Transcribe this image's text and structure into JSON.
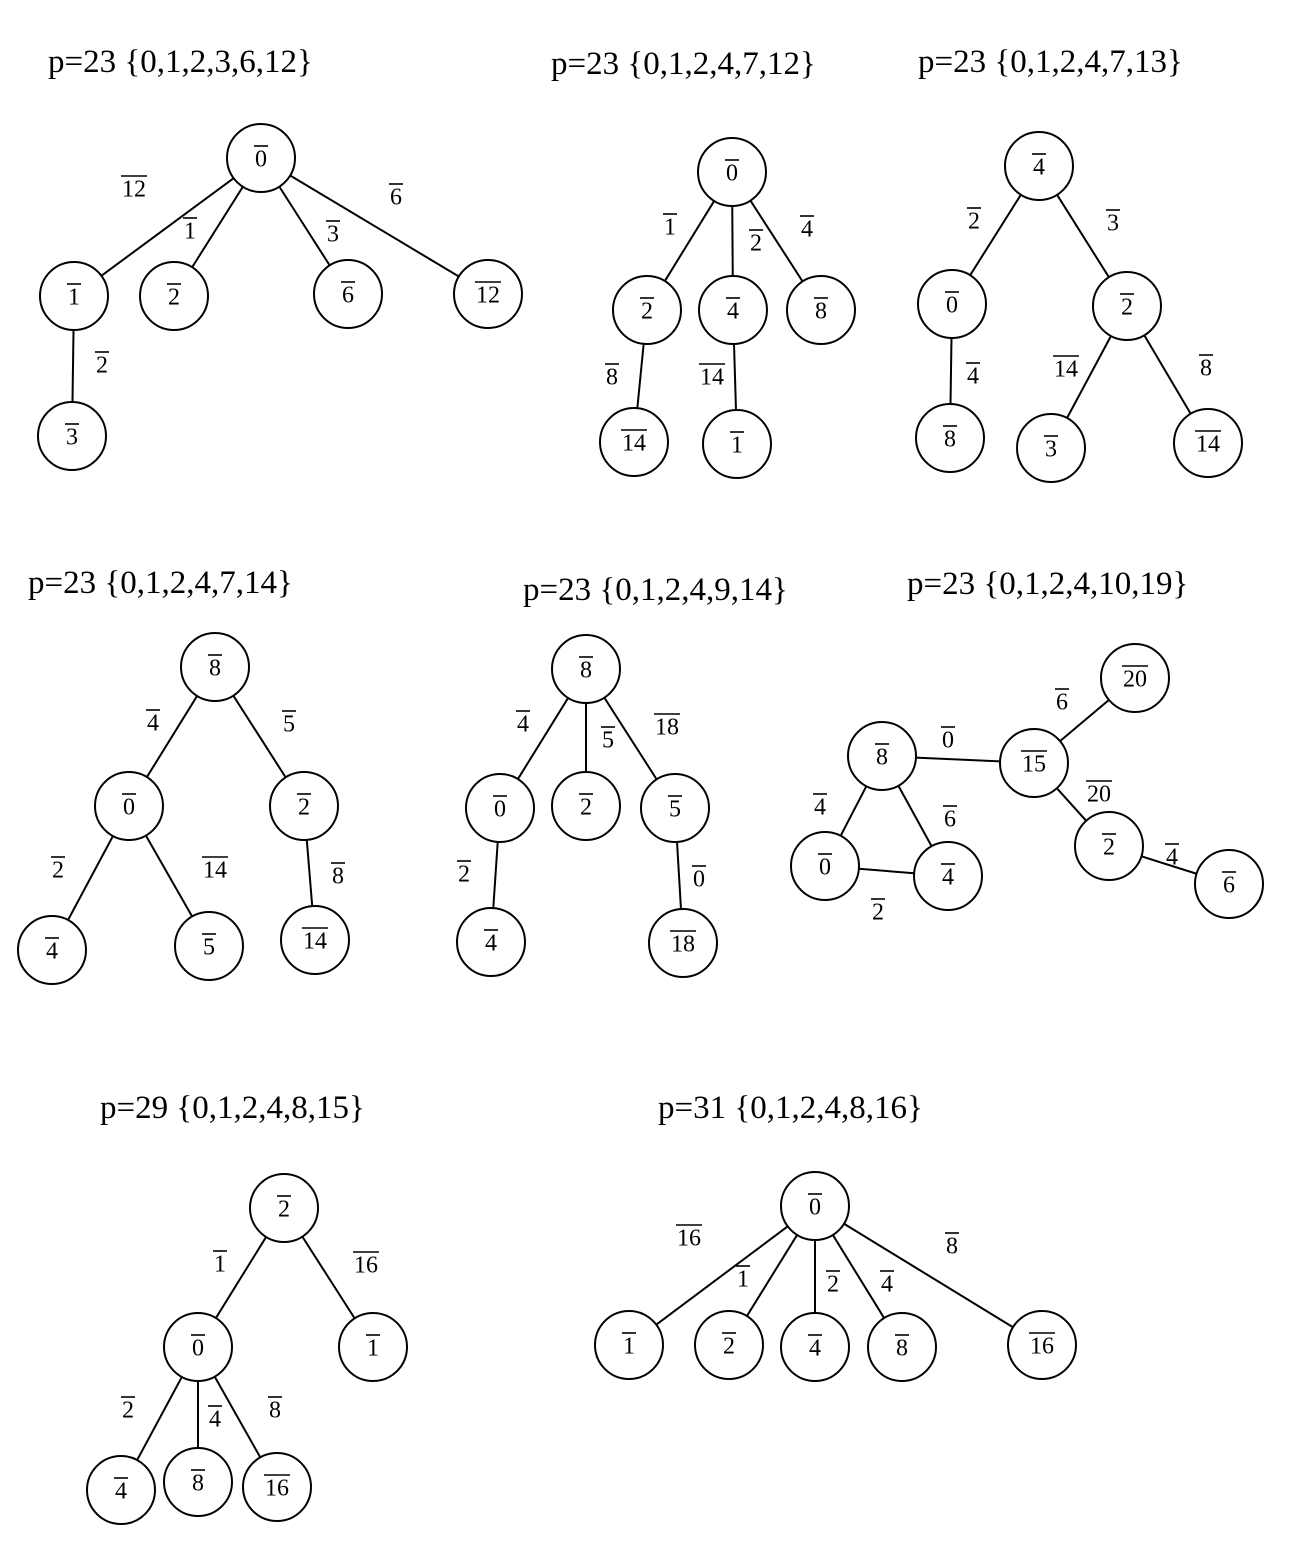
{
  "colors": {
    "ink": "#000000",
    "background": "#ffffff"
  },
  "diagrams": [
    {
      "title": "p=23 {0,1,2,3,6,12}",
      "nodes": [
        {
          "id": "a",
          "label": "0"
        },
        {
          "id": "b",
          "label": "1"
        },
        {
          "id": "c",
          "label": "2"
        },
        {
          "id": "d",
          "label": "6"
        },
        {
          "id": "e",
          "label": "12"
        },
        {
          "id": "f",
          "label": "3"
        }
      ],
      "edges": [
        {
          "from": "a",
          "to": "b",
          "label": "12"
        },
        {
          "from": "a",
          "to": "c",
          "label": "1"
        },
        {
          "from": "a",
          "to": "d",
          "label": "3"
        },
        {
          "from": "a",
          "to": "e",
          "label": "6"
        },
        {
          "from": "b",
          "to": "f",
          "label": "2"
        }
      ]
    },
    {
      "title": "p=23 {0,1,2,4,7,12}",
      "nodes": [
        {
          "id": "a",
          "label": "0"
        },
        {
          "id": "b",
          "label": "2"
        },
        {
          "id": "c",
          "label": "4"
        },
        {
          "id": "d",
          "label": "8"
        },
        {
          "id": "e",
          "label": "14"
        },
        {
          "id": "f",
          "label": "1"
        }
      ],
      "edges": [
        {
          "from": "a",
          "to": "b",
          "label": "1"
        },
        {
          "from": "a",
          "to": "c",
          "label": "2"
        },
        {
          "from": "a",
          "to": "d",
          "label": "4"
        },
        {
          "from": "b",
          "to": "e",
          "label": "8"
        },
        {
          "from": "c",
          "to": "f",
          "label": "14"
        }
      ]
    },
    {
      "title": "p=23 {0,1,2,4,7,13}",
      "nodes": [
        {
          "id": "a",
          "label": "4"
        },
        {
          "id": "b",
          "label": "0"
        },
        {
          "id": "c",
          "label": "2"
        },
        {
          "id": "d",
          "label": "8"
        },
        {
          "id": "e",
          "label": "3"
        },
        {
          "id": "f",
          "label": "14"
        }
      ],
      "edges": [
        {
          "from": "a",
          "to": "b",
          "label": "2"
        },
        {
          "from": "a",
          "to": "c",
          "label": "3"
        },
        {
          "from": "b",
          "to": "d",
          "label": "4"
        },
        {
          "from": "c",
          "to": "e",
          "label": "14"
        },
        {
          "from": "c",
          "to": "f",
          "label": "8"
        }
      ]
    },
    {
      "title": "p=23 {0,1,2,4,7,14}",
      "nodes": [
        {
          "id": "a",
          "label": "8"
        },
        {
          "id": "b",
          "label": "0"
        },
        {
          "id": "c",
          "label": "2"
        },
        {
          "id": "d",
          "label": "4"
        },
        {
          "id": "e",
          "label": "5"
        },
        {
          "id": "f",
          "label": "14"
        }
      ],
      "edges": [
        {
          "from": "a",
          "to": "b",
          "label": "4"
        },
        {
          "from": "a",
          "to": "c",
          "label": "5"
        },
        {
          "from": "b",
          "to": "d",
          "label": "2"
        },
        {
          "from": "b",
          "to": "e",
          "label": "14"
        },
        {
          "from": "c",
          "to": "f",
          "label": "8"
        }
      ]
    },
    {
      "title": "p=23 {0,1,2,4,9,14}",
      "nodes": [
        {
          "id": "a",
          "label": "8"
        },
        {
          "id": "b",
          "label": "0"
        },
        {
          "id": "c",
          "label": "2"
        },
        {
          "id": "d",
          "label": "5"
        },
        {
          "id": "e",
          "label": "4"
        },
        {
          "id": "f",
          "label": "18"
        }
      ],
      "edges": [
        {
          "from": "a",
          "to": "b",
          "label": "4"
        },
        {
          "from": "a",
          "to": "c",
          "label": "5"
        },
        {
          "from": "a",
          "to": "d",
          "label": "18"
        },
        {
          "from": "b",
          "to": "e",
          "label": "2"
        },
        {
          "from": "d",
          "to": "f",
          "label": "0"
        }
      ]
    },
    {
      "title": "p=23 {0,1,2,4,10,19}",
      "nodes": [
        {
          "id": "a",
          "label": "20"
        },
        {
          "id": "b",
          "label": "8"
        },
        {
          "id": "c",
          "label": "15"
        },
        {
          "id": "d",
          "label": "0"
        },
        {
          "id": "e",
          "label": "4"
        },
        {
          "id": "f",
          "label": "2"
        },
        {
          "id": "g",
          "label": "6"
        }
      ],
      "edges": [
        {
          "from": "c",
          "to": "a",
          "label": "6"
        },
        {
          "from": "b",
          "to": "c",
          "label": "0"
        },
        {
          "from": "b",
          "to": "d",
          "label": "4"
        },
        {
          "from": "b",
          "to": "e",
          "label": "6"
        },
        {
          "from": "d",
          "to": "e",
          "label": "2"
        },
        {
          "from": "c",
          "to": "f",
          "label": "20"
        },
        {
          "from": "f",
          "to": "g",
          "label": "4"
        }
      ]
    },
    {
      "title": "p=29 {0,1,2,4,8,15}",
      "nodes": [
        {
          "id": "a",
          "label": "2"
        },
        {
          "id": "b",
          "label": "0"
        },
        {
          "id": "c",
          "label": "1"
        },
        {
          "id": "d",
          "label": "4"
        },
        {
          "id": "e",
          "label": "8"
        },
        {
          "id": "f",
          "label": "16"
        }
      ],
      "edges": [
        {
          "from": "a",
          "to": "b",
          "label": "1"
        },
        {
          "from": "a",
          "to": "c",
          "label": "16"
        },
        {
          "from": "b",
          "to": "d",
          "label": "2"
        },
        {
          "from": "b",
          "to": "e",
          "label": "4"
        },
        {
          "from": "b",
          "to": "f",
          "label": "8"
        }
      ]
    },
    {
      "title": "p=31 {0,1,2,4,8,16}",
      "nodes": [
        {
          "id": "a",
          "label": "0"
        },
        {
          "id": "b",
          "label": "1"
        },
        {
          "id": "c",
          "label": "2"
        },
        {
          "id": "d",
          "label": "4"
        },
        {
          "id": "e",
          "label": "8"
        },
        {
          "id": "f",
          "label": "16"
        }
      ],
      "edges": [
        {
          "from": "a",
          "to": "b",
          "label": "16"
        },
        {
          "from": "a",
          "to": "c",
          "label": "1"
        },
        {
          "from": "a",
          "to": "d",
          "label": "2"
        },
        {
          "from": "a",
          "to": "e",
          "label": "4"
        },
        {
          "from": "a",
          "to": "f",
          "label": "8"
        }
      ]
    }
  ]
}
